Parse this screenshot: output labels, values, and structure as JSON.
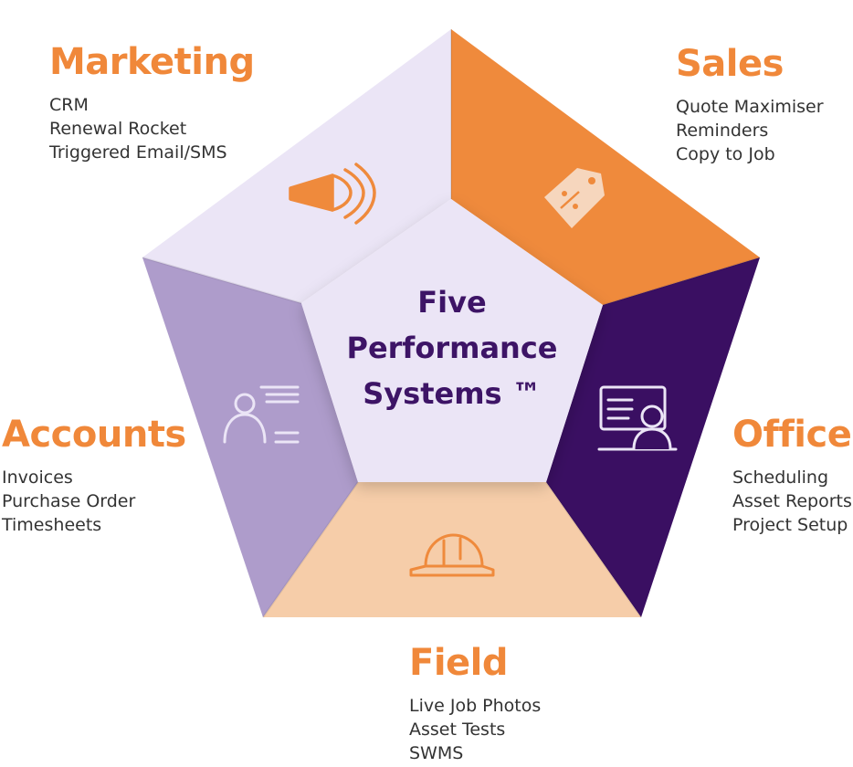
{
  "center": {
    "lines": [
      "Five",
      "Performance",
      "Systems ™"
    ]
  },
  "segments": {
    "marketing": {
      "title": "Marketing",
      "items": [
        "CRM",
        "Renewal Rocket",
        "Triggered Email/SMS"
      ]
    },
    "sales": {
      "title": "Sales",
      "items": [
        "Quote Maximiser",
        "Reminders",
        "Copy to Job"
      ]
    },
    "office": {
      "title": "Office",
      "items": [
        "Scheduling",
        "Asset Reports",
        "Project Setup"
      ]
    },
    "field": {
      "title": "Field",
      "items": [
        "Live Job Photos",
        "Asset Tests",
        "SWMS"
      ]
    },
    "accounts": {
      "title": "Accounts",
      "items": [
        "Invoices",
        "Purchase Order",
        "Timesheets"
      ]
    }
  },
  "colors": {
    "orange": "#f0883a",
    "marketing_fill": "#ebe5f6",
    "sales_fill": "#ef8a3c",
    "office_fill": "#3a0f62",
    "field_fill": "#f6cda9",
    "accounts_fill": "#ae9ccb",
    "center_fill": "#ebe5f6",
    "title_purple": "#3d1466"
  },
  "icons": {
    "marketing": "megaphone-icon",
    "sales": "price-tag-icon",
    "office": "presentation-board-icon",
    "field": "hard-hat-icon",
    "accounts": "person-with-list-icon"
  }
}
